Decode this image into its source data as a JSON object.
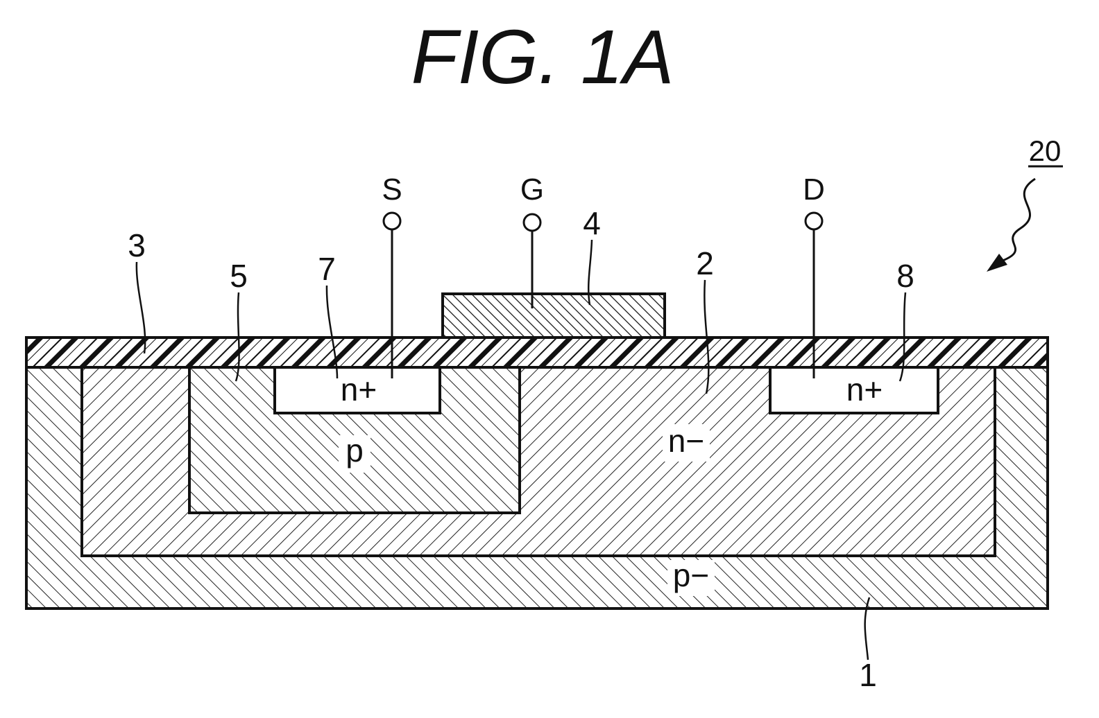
{
  "figure": {
    "title": "FIG. 1A",
    "device_ref": "20",
    "terminals": {
      "source": "S",
      "gate": "G",
      "drain": "D"
    },
    "part_numbers": {
      "substrate": "1",
      "drift_region": "2",
      "insulating_film": "3",
      "gate_electrode": "4",
      "body_region": "5",
      "source_region": "7",
      "drain_region": "8"
    },
    "doping_labels": {
      "source_region": "n+",
      "drain_region": "n+",
      "body_region": "p",
      "drift_region": "n−",
      "substrate": "p−"
    }
  }
}
